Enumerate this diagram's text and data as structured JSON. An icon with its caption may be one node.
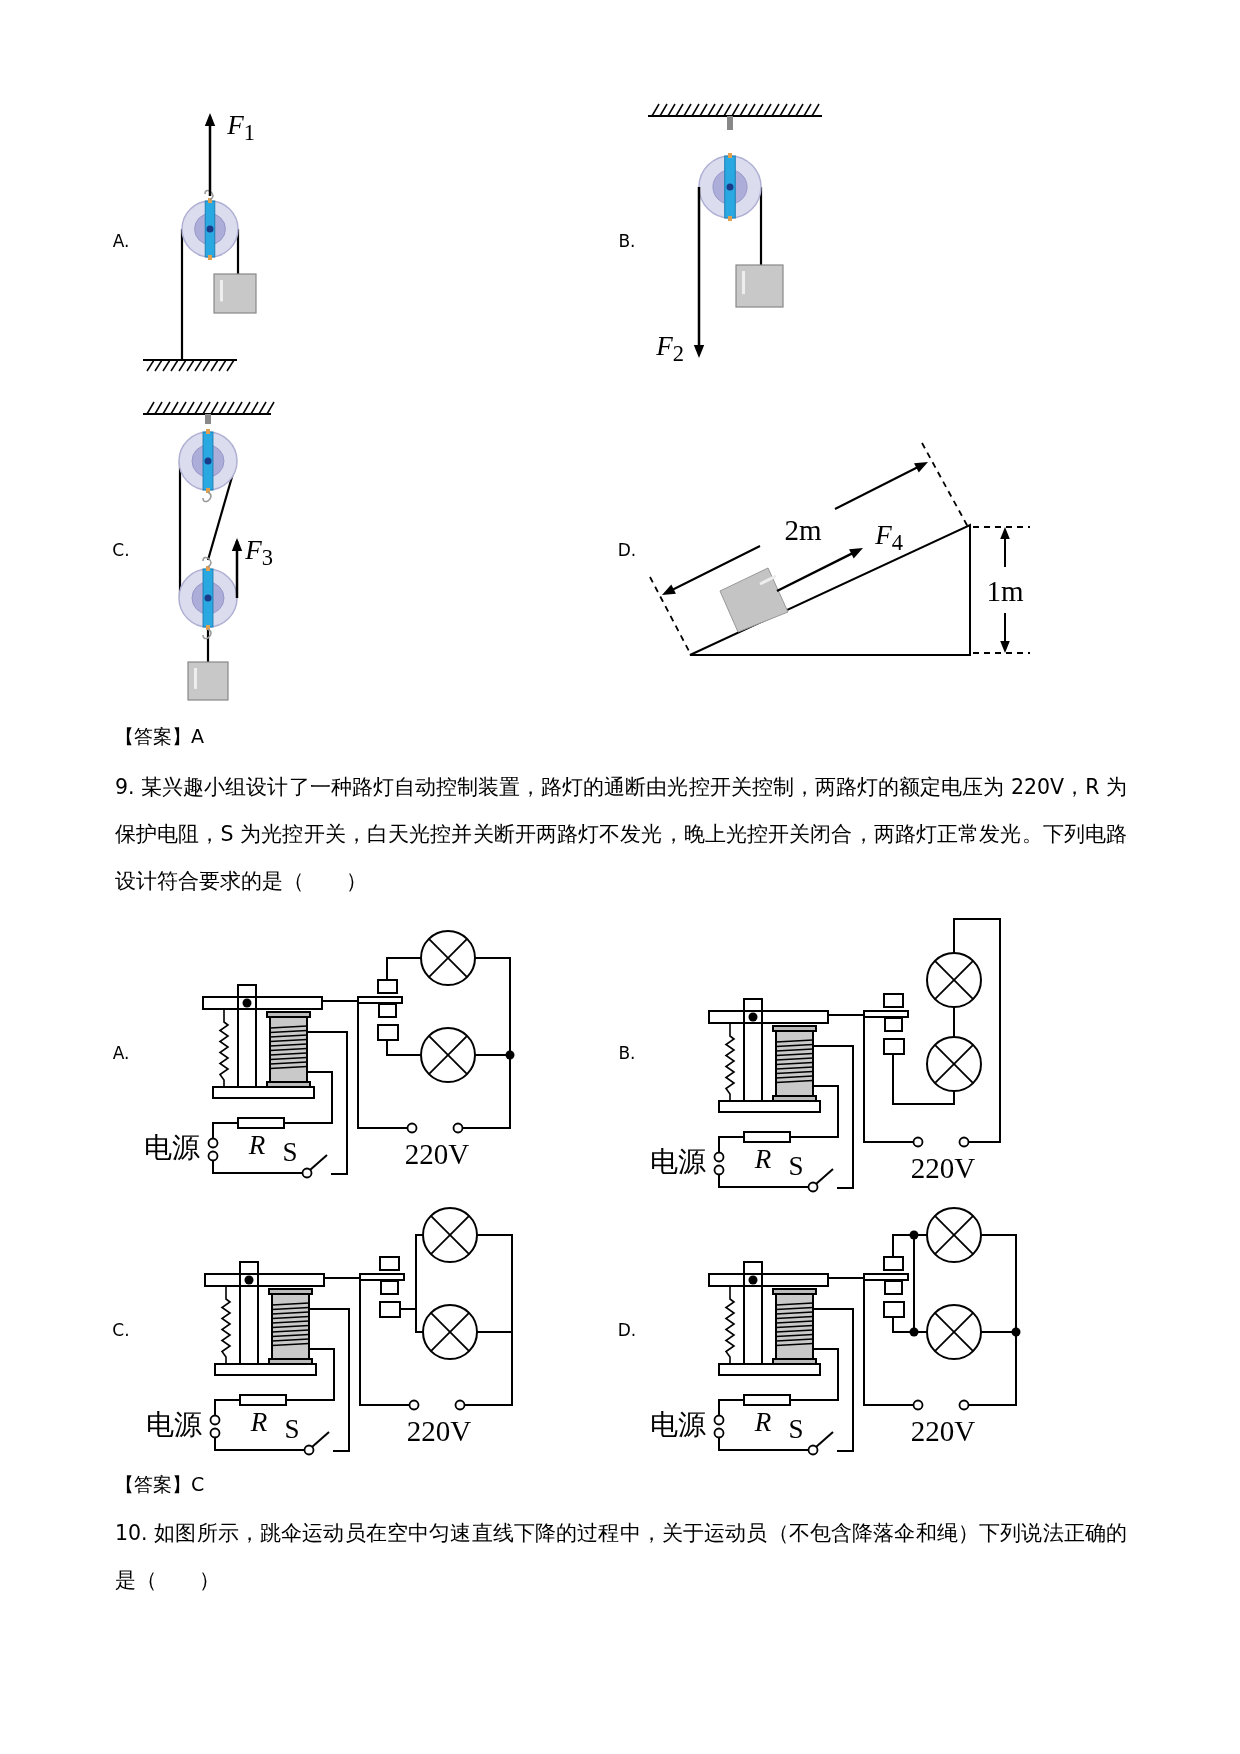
{
  "diagram": {
    "labels": [
      "A.",
      "*F*$_{1}$",
      "B.",
      "*F*$_{2}$",
      "C.",
      "*F*$_{3}$",
      "D.",
      "2m",
      "*F*$_{4}$",
      "1m",
      "【答案】A",
      "9. 某兴趣小组设计了一种路灯自动控制装置，路灯的通断由光控开关控制，两路灯的额定电压为 220V，R 为保护电阻，S 为光控开关，白天光控并关断开两路灯不发光，晚上光控开关闭合，两路灯正常发光。下列电路设计符合要求的是（　　）",
      "A.",
      "电源",
      "R",
      "S",
      "220V",
      "B.",
      "电源",
      "R",
      "S",
      "220V",
      "C.",
      "电源",
      "R",
      "S",
      "220V",
      "D.",
      "电源",
      "R",
      "S",
      "220V",
      "【答案】C",
      "10. 如图所示，跳伞运动员在空中匀速直线下降的过程中，关于运动员（不包含降落伞和绳）下列说法正确的是（　　）"
    ]
  }
}
